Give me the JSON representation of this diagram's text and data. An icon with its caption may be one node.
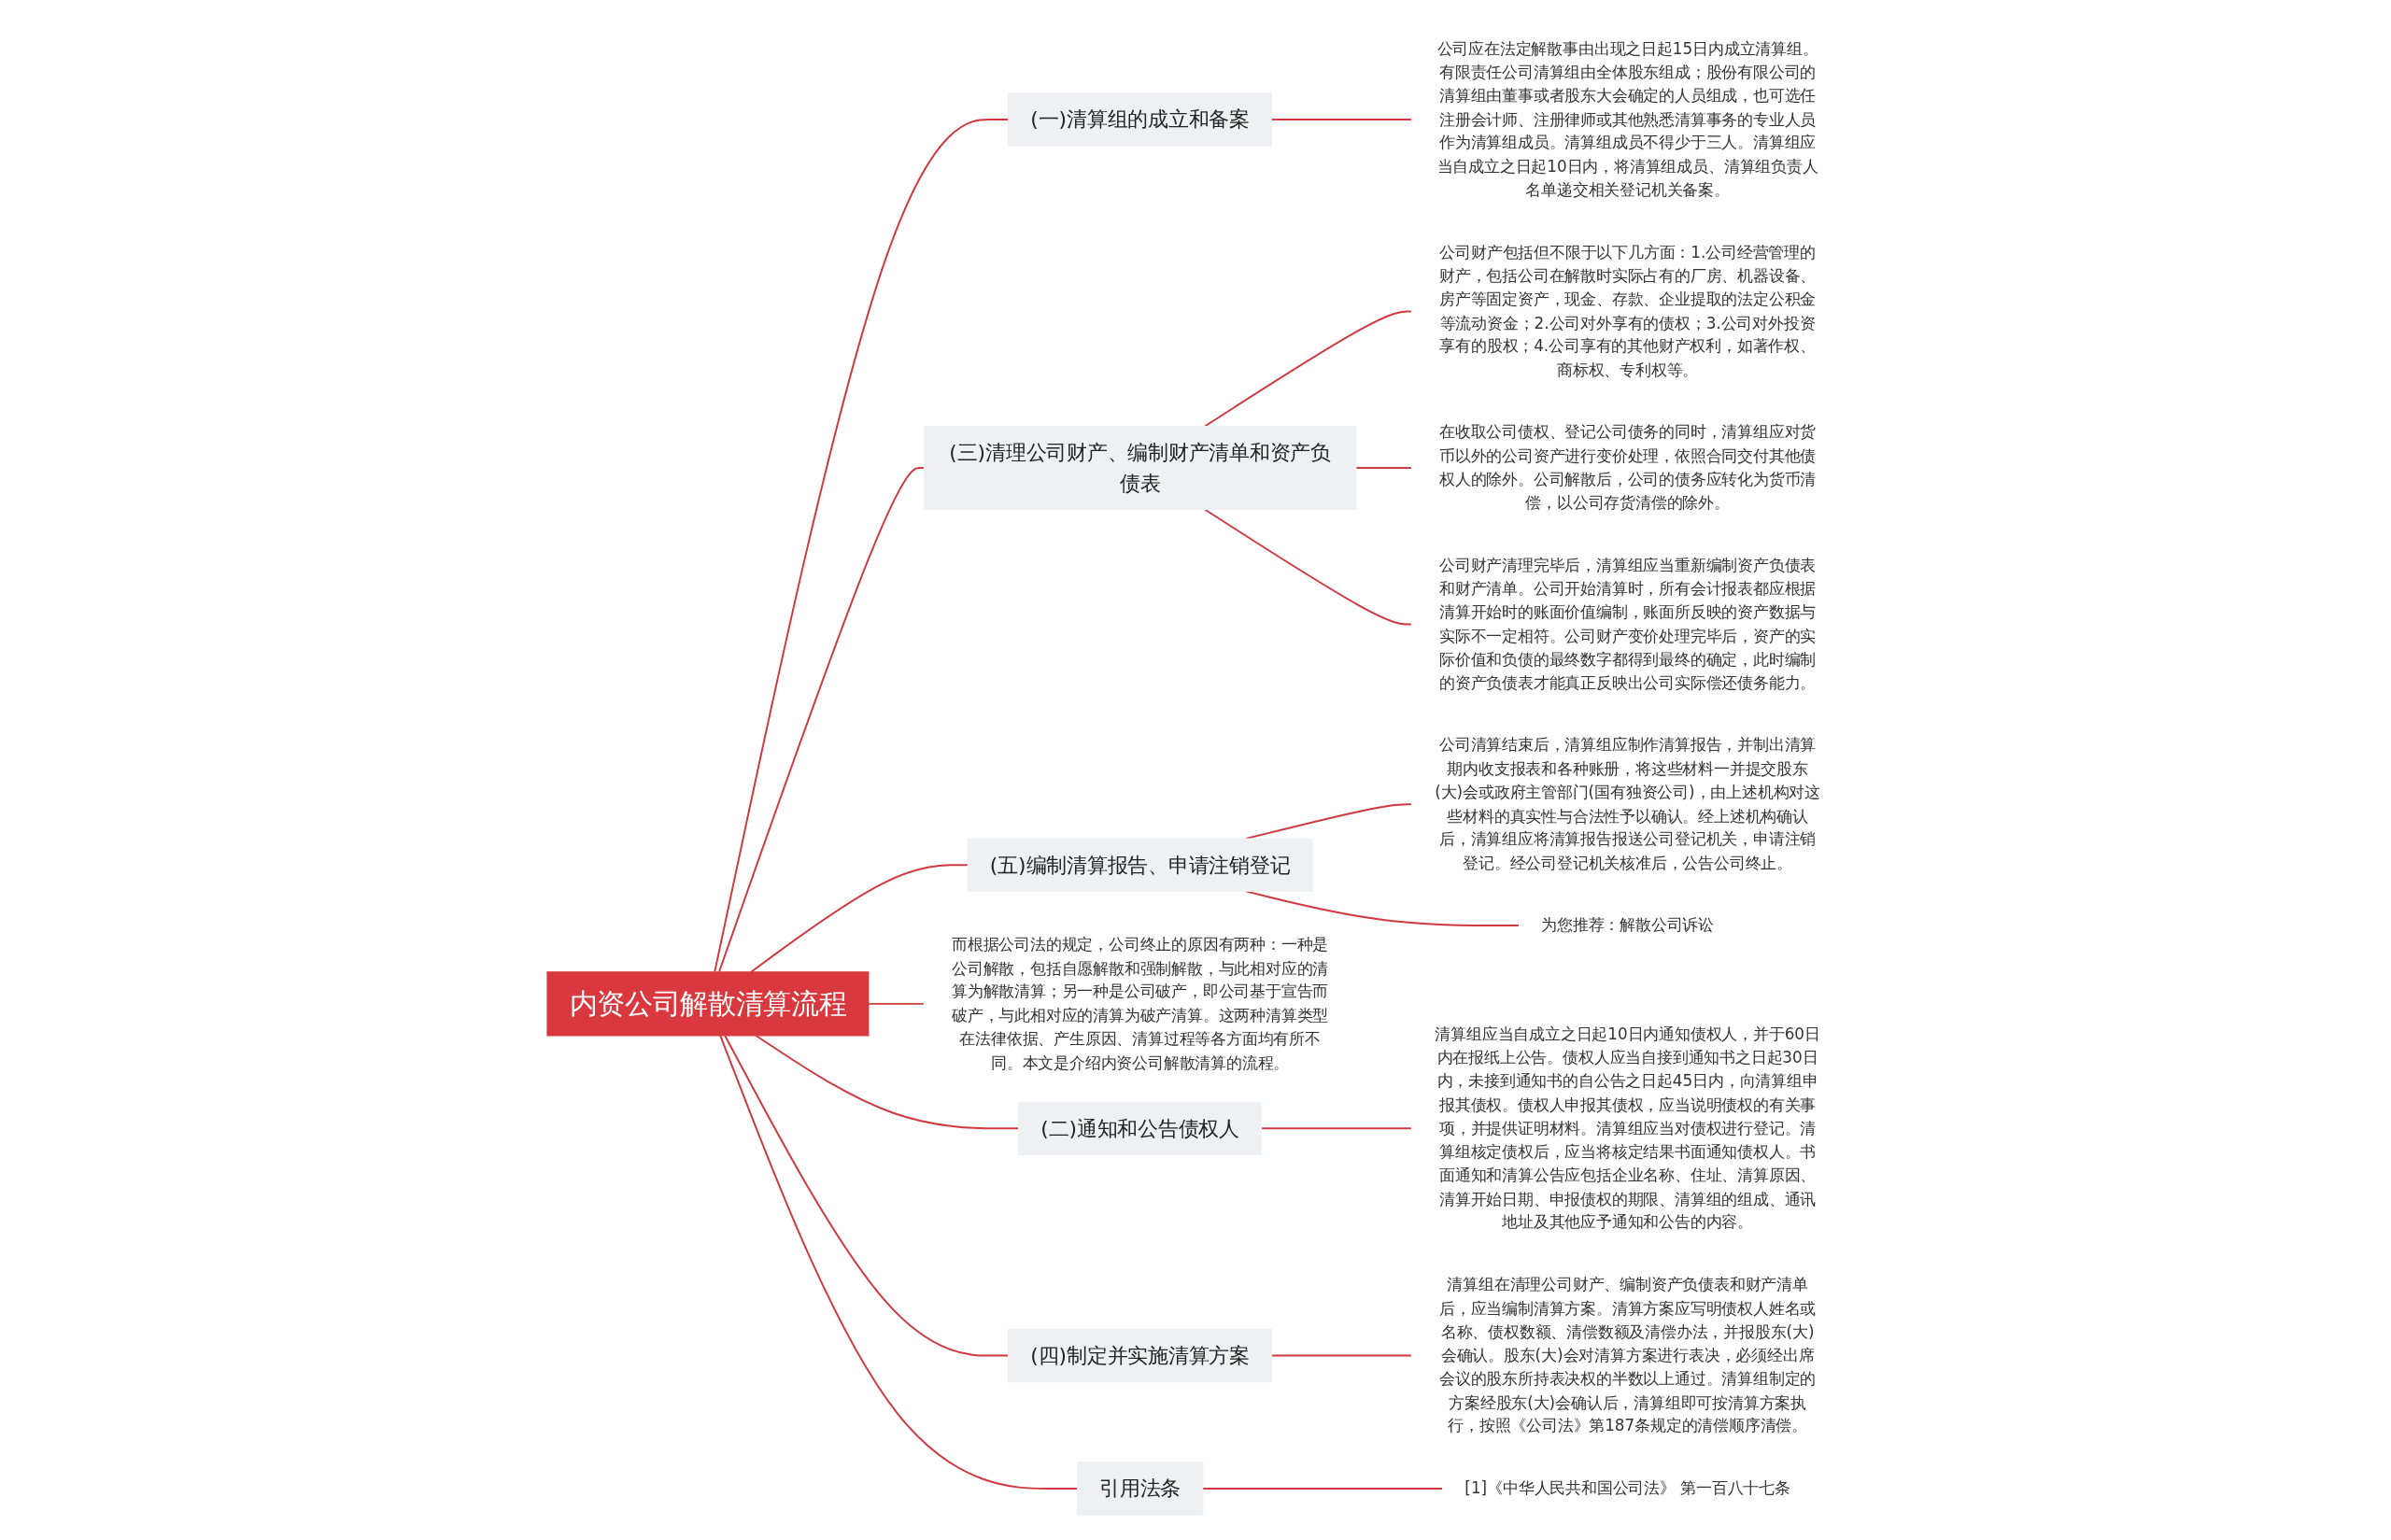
{
  "diagram": {
    "nodes": [
      {
        "text": [
          "内资公司解散清算流程"
        ]
      },
      {
        "text": [
          "(一)清算组的成立和备案"
        ]
      },
      {
        "text": [
          "公司应在法定解散事由出现之日起15日内成立清算组。有限责任公司清算组由全体股东组成；股份有限公司的清算组由董事或者股东大会确定的人员组成，也可选任注册会计师、注册律师或其他熟悉清算事务的专业人员作为清算组成员。清算组成员不得少于三人。清算组应当自成立之日起10日内，将清算组成员、清算组负责人名单递交相关登记机关备案。"
        ]
      },
      {
        "text": [
          "(三)清理公司财产、编制财产清单和资产负债表"
        ]
      },
      {
        "text": [
          "公司财产包括但不限于以下几方面：1.公司经营管理的财产，包括公司在解散时实际占有的厂房、机器设备、房产等固定资产，现金、存款、企业提取的法定公积金等流动资金；2.公司对外享有的债权；3.公司对外投资享有的股权；4.公司享有的其他财产权利，如著作权、商标权、专利权等。"
        ]
      },
      {
        "text": [
          "在收取公司债权、登记公司债务的同时，清算组应对货币以外的公司资产进行变价处理，依照合同交付其他债权人的除外。公司解散后，公司的债务应转化为货币清偿，以公司存货清偿的除外。"
        ]
      },
      {
        "text": [
          "公司财产清理完毕后，清算组应当重新编制资产负债表和财产清单。公司开始清算时，所有会计报表都应根据清算开始时的账面价值编制，账面所反映的资产数据与实际不一定相符。公司财产变价处理完毕后，资产的实际价值和负债的最终数字都得到最终的确定，此时编制的资产负债表才能真正反映出公司实际偿还债务能力。"
        ]
      },
      {
        "text": [
          "(五)编制清算报告、申请注销登记"
        ]
      },
      {
        "text": [
          "公司清算结束后，清算组应制作清算报告，并制出清算期内收支报表和各种账册，将这些材料一并提交股东(大)会或政府主管部门(国有独资公司)，由上述机构对这些材料的真实性与合法性予以确认。经上述机构确认后，清算组应将清算报告报送公司登记机关，申请注销登记。经公司登记机关核准后，公告公司终止。"
        ]
      },
      {
        "text": [
          "为您推荐：解散公司诉讼"
        ]
      },
      {
        "text": [
          "而根据公司法的规定，公司终止的原因有两种：一种是公司解散，包括自愿解散和强制解散，与此相对应的清算为解散清算；另一种是公司破产，即公司基于宣告而破产，与此相对应的清算为破产清算。这两种清算类型在法律依据、产生原因、清算过程等各方面均有所不同。本文是介绍内资公司解散清算的流程。"
        ]
      },
      {
        "text": [
          "(二)通知和公告债权人"
        ]
      },
      {
        "text": [
          "清算组应当自成立之日起10日内通知债权人，并于60日内在报纸上公告。债权人应当自接到通知书之日起30日内，未接到通知书的自公告之日起45日内，向清算组申报其债权。债权人申报其债权，应当说明债权的有关事项，并提供证明材料。清算组应当对债权进行登记。清算组核定债权后，应当将核定结果书面通知债权人。书面通知和清算公告应包括企业名称、住址、清算原因、清算开始日期、申报债权的期限、清算组的组成、通讯地址及其他应予通知和公告的内容。"
        ]
      },
      {
        "text": [
          "(四)制定并实施清算方案"
        ]
      },
      {
        "text": [
          "清算组在清理公司财产、编制资产负债表和财产清单后，应当编制清算方案。清算方案应写明债权人姓名或名称、债权数额、清偿数额及清偿办法，并报股东(大)会确认。股东(大)会对清算方案进行表决，必须经出席会议的股东所持表决权的半数以上通过。清算组制定的方案经股东(大)会确认后，清算组即可按清算方案执行，按照《公司法》第187条规定的清偿顺序清偿。"
        ]
      },
      {
        "text": [
          "引用法条"
        ]
      },
      {
        "text": [
          "[1]《中华人民共和国公司法》 第一百八十七条"
        ]
      }
    ],
    "edges": [
      {
        "from": 0,
        "to": 1,
        "arrow": "none"
      },
      {
        "from": 1,
        "to": 2,
        "arrow": "none"
      },
      {
        "from": 0,
        "to": 3,
        "arrow": "none"
      },
      {
        "from": 3,
        "to": 4,
        "arrow": "none"
      },
      {
        "from": 3,
        "to": 5,
        "arrow": "none"
      },
      {
        "from": 3,
        "to": 6,
        "arrow": "none"
      },
      {
        "from": 0,
        "to": 7,
        "arrow": "none"
      },
      {
        "from": 7,
        "to": 8,
        "arrow": "none"
      },
      {
        "from": 7,
        "to": 9,
        "arrow": "none"
      },
      {
        "from": 0,
        "to": 10,
        "arrow": "none"
      },
      {
        "from": 0,
        "to": 11,
        "arrow": "none"
      },
      {
        "from": 11,
        "to": 12,
        "arrow": "none"
      },
      {
        "from": 0,
        "to": 13,
        "arrow": "none"
      },
      {
        "from": 13,
        "to": 14,
        "arrow": "none"
      },
      {
        "from": 0,
        "to": 15,
        "arrow": "none"
      },
      {
        "from": 15,
        "to": 16,
        "arrow": "none"
      }
    ]
  }
}
